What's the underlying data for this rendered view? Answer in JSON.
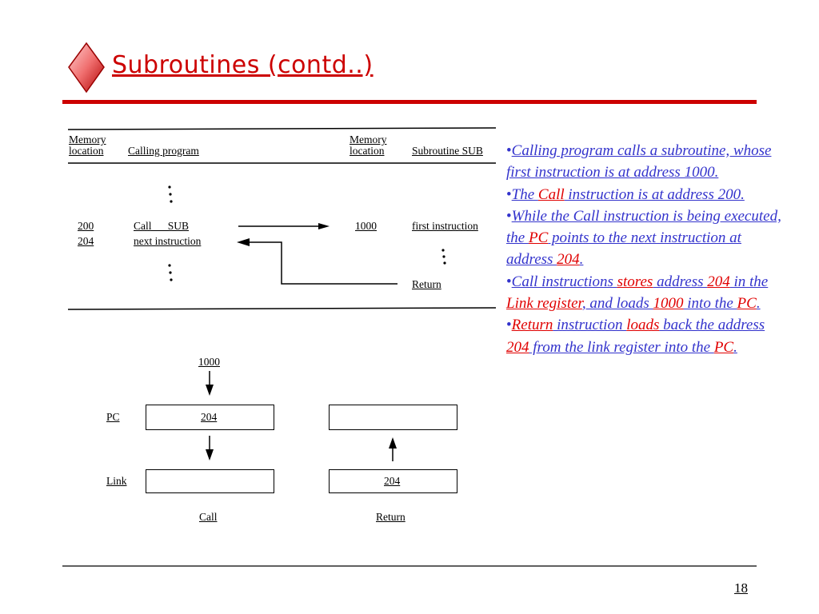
{
  "slide": {
    "title": "Subroutines (contd..)",
    "page_number": "18",
    "colors": {
      "title": "#cc0000",
      "rule": "#cc0000",
      "bullet_text": "#3333cc",
      "highlight": "#e00000"
    }
  },
  "memory_table": {
    "left_header": [
      "Memory",
      "location"
    ],
    "left_column_title": "Calling program",
    "right_header": [
      "Memory",
      "location"
    ],
    "right_column_title": "Subroutine SUB",
    "rows_left": [
      {
        "address": "200",
        "instruction": "Call      SUB"
      },
      {
        "address": "204",
        "instruction": "next instruction"
      }
    ],
    "rows_right": [
      {
        "address": "1000",
        "instruction": "first instruction"
      },
      {
        "address": "",
        "instruction": "Return"
      }
    ]
  },
  "registers": {
    "input_value": "1000",
    "pc_label": "PC",
    "link_label": "Link",
    "call": {
      "pc": "204",
      "link": "",
      "caption": "Call"
    },
    "return": {
      "pc": "",
      "link": "204",
      "caption": "Return"
    }
  },
  "bullets": [
    [
      {
        "t": "Calling program calls a subroutine, whose first instruction is at address 1000. "
      }
    ],
    [
      {
        "t": "The "
      },
      {
        "t": "Call",
        "red": true
      },
      {
        "t": " instruction is at address 200. "
      }
    ],
    [
      {
        "t": "While the Call instruction is being executed, the "
      },
      {
        "t": "PC",
        "red": true
      },
      {
        "t": " points to the next instruction at address "
      },
      {
        "t": "204",
        "red": true
      },
      {
        "t": "."
      }
    ],
    [
      {
        "t": "Call instructions "
      },
      {
        "t": "stores",
        "red": true
      },
      {
        "t": " address "
      },
      {
        "t": "204",
        "red": true
      },
      {
        "t": " in the "
      },
      {
        "t": "Link register",
        "red": true
      },
      {
        "t": ", and loads "
      },
      {
        "t": "1000",
        "red": true
      },
      {
        "t": " into the "
      },
      {
        "t": "PC",
        "red": true
      },
      {
        "t": "."
      }
    ],
    [
      {
        "t": "Return",
        "red": true
      },
      {
        "t": " instruction "
      },
      {
        "t": "loads",
        "red": true
      },
      {
        "t": " back the address "
      },
      {
        "t": "204",
        "red": true
      },
      {
        "t": " from the link register into the "
      },
      {
        "t": "PC",
        "red": true
      },
      {
        "t": "."
      }
    ]
  ]
}
